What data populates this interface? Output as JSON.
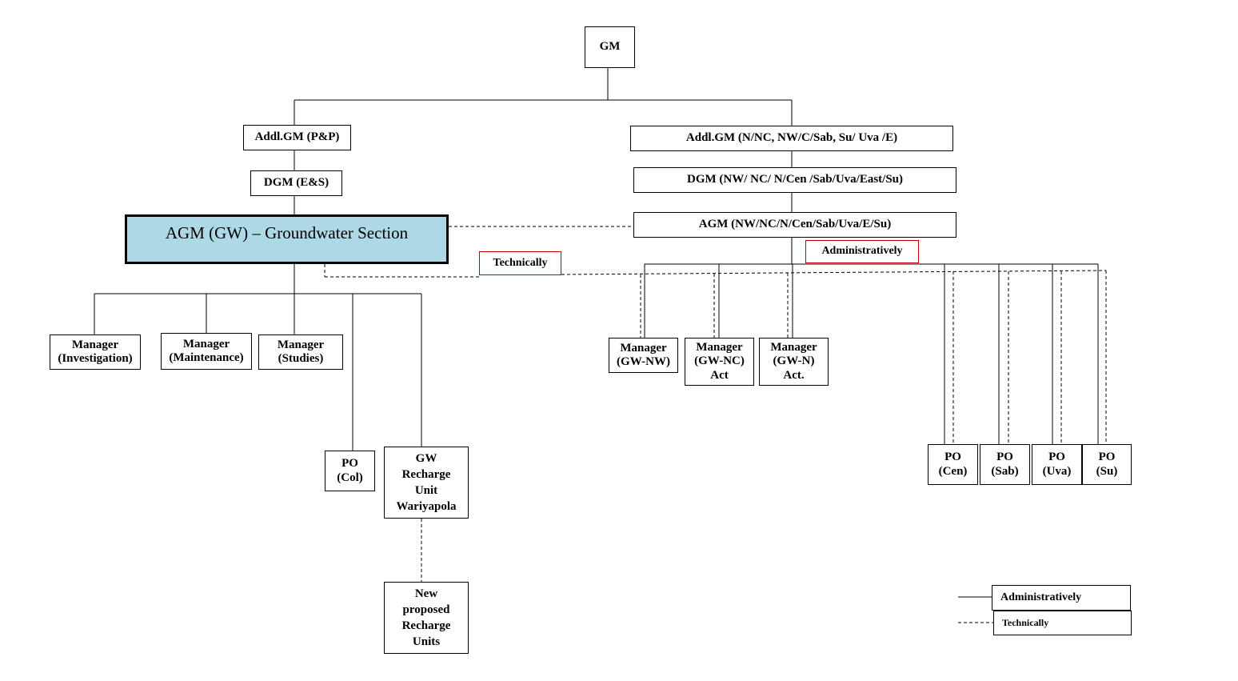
{
  "nodes": {
    "gm": "GM",
    "addl_gm_pp": "Addl.GM (P&P)",
    "dgm_es": "DGM (E&S)",
    "agm_gw": "AGM (GW)  – Groundwater  Section",
    "addl_gm_regions": "Addl.GM (N/NC, NW/C/Sab, Su/ Uva /E)",
    "dgm_regions": "DGM (NW/ NC/ N/Cen /Sab/Uva/East/Su)",
    "agm_regions": "AGM (NW/NC/N/Cen/Sab/Uva/E/Su)",
    "mgr_investigation": [
      "Manager",
      "(Investigation)"
    ],
    "mgr_maintenance": [
      "Manager",
      "(Maintenance)"
    ],
    "mgr_studies": [
      "Manager",
      "(Studies)"
    ],
    "po_col": [
      "PO",
      "(Col)"
    ],
    "gw_recharge": [
      "GW",
      "Recharge",
      "Unit",
      "Wariyapola"
    ],
    "new_recharge": [
      "New",
      "proposed",
      "Recharge",
      "Units"
    ],
    "mgr_gw_nw": [
      "Manager",
      "(GW-NW)"
    ],
    "mgr_gw_nc": [
      "Manager",
      "(GW-NC)",
      "Act"
    ],
    "mgr_gw_n": [
      "Manager",
      "(GW-N)",
      "Act."
    ],
    "po_cen": [
      "PO",
      "(Cen)"
    ],
    "po_sab": [
      "PO",
      "(Sab)"
    ],
    "po_uva": [
      "PO",
      "(Uva)"
    ],
    "po_su": [
      "PO",
      "(Su)"
    ]
  },
  "labels": {
    "technically": "Technically",
    "administratively": "Administratively"
  },
  "legend": {
    "administratively": "Administratively",
    "technically": "Technically"
  },
  "colors": {
    "agm_fill": "#add8e6",
    "label_border": "#c00000"
  }
}
